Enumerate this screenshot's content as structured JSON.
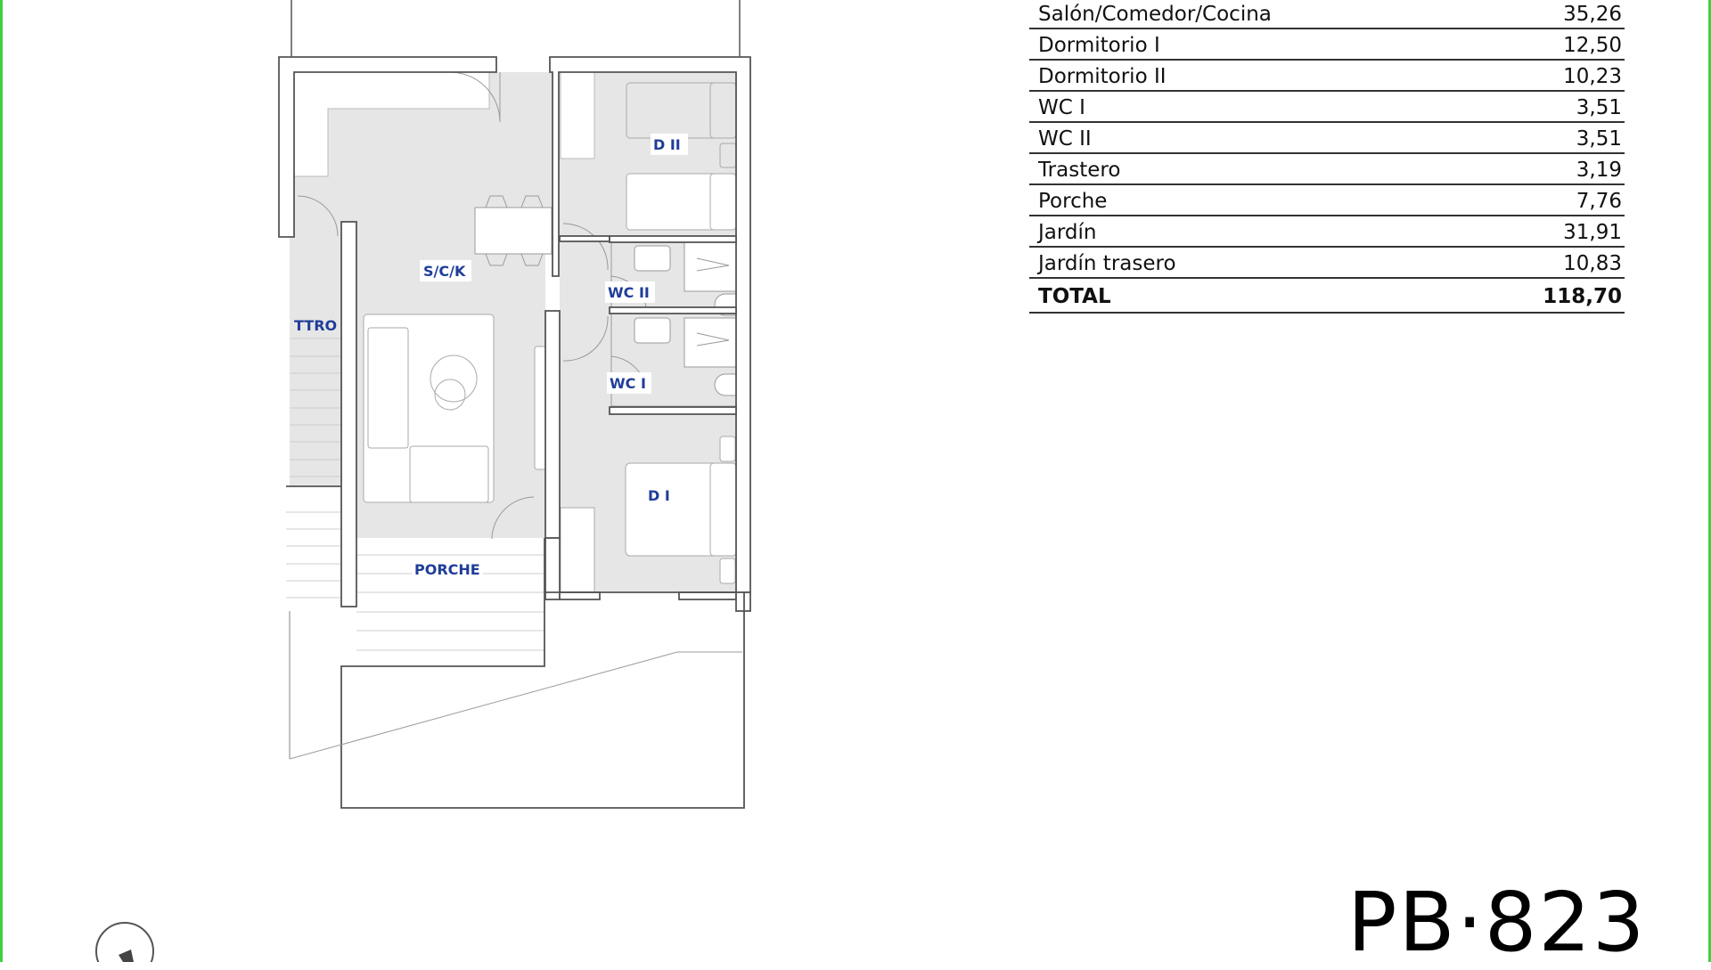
{
  "plan": {
    "rooms": [
      {
        "id": "sck",
        "label": "S/C/K"
      },
      {
        "id": "d2",
        "label": "D II"
      },
      {
        "id": "wc2",
        "label": "WC II"
      },
      {
        "id": "wc1",
        "label": "WC I"
      },
      {
        "id": "ttro",
        "label": "TTRO"
      },
      {
        "id": "porche",
        "label": "PORCHE"
      },
      {
        "id": "d1",
        "label": "D I"
      }
    ],
    "label_color": "#1f3d99",
    "floor_color": "#e6e6e6",
    "wall_color": "#555555"
  },
  "areas_table": {
    "rows": [
      {
        "name": "Salón/Comedor/Cocina",
        "value": "35,26"
      },
      {
        "name": "Dormitorio I",
        "value": "12,50"
      },
      {
        "name": "Dormitorio II",
        "value": "10,23"
      },
      {
        "name": "WC I",
        "value": "3,51"
      },
      {
        "name": "WC II",
        "value": "3,51"
      },
      {
        "name": "Trastero",
        "value": "3,19"
      },
      {
        "name": "Porche",
        "value": "7,76"
      },
      {
        "name": "Jardín",
        "value": "31,91"
      },
      {
        "name": "Jardín trasero",
        "value": "10,83"
      }
    ],
    "total": {
      "name": "TOTAL",
      "value": "118,70"
    }
  },
  "unit_code": "PB·823",
  "frame_color": "#3fd13f",
  "compass": {
    "icon": "north-arrow-icon"
  }
}
